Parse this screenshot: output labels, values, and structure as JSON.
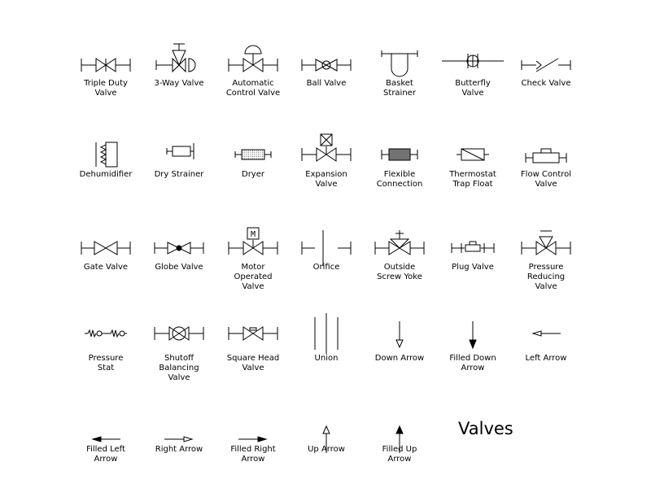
{
  "title": "Valves",
  "symbols": [
    {
      "id": "triple-duty-valve",
      "lines": [
        "Triple Duty",
        "Valve"
      ]
    },
    {
      "id": "3-way-valve",
      "lines": [
        "3-Way Valve"
      ]
    },
    {
      "id": "automatic-control-valve",
      "lines": [
        "Automatic",
        "Control Valve"
      ]
    },
    {
      "id": "ball-valve",
      "lines": [
        "Ball Valve"
      ]
    },
    {
      "id": "basket-strainer",
      "lines": [
        "Basket",
        "Strainer"
      ]
    },
    {
      "id": "butterfly-valve",
      "lines": [
        "Butterfly",
        "Valve"
      ]
    },
    {
      "id": "check-valve",
      "lines": [
        "Check Valve"
      ]
    },
    {
      "id": "dehumidifier",
      "lines": [
        "Dehumidifier"
      ]
    },
    {
      "id": "dry-strainer",
      "lines": [
        "Dry Strainer"
      ]
    },
    {
      "id": "dryer",
      "lines": [
        "Dryer"
      ]
    },
    {
      "id": "expansion-valve",
      "lines": [
        "Expansion",
        "Valve"
      ]
    },
    {
      "id": "flexible-connection",
      "lines": [
        "Flexible",
        "Connection"
      ]
    },
    {
      "id": "thermostat-trap-float",
      "lines": [
        "Thermostat",
        "Trap Float"
      ]
    },
    {
      "id": "flow-control-valve",
      "lines": [
        "Flow Control",
        "Valve"
      ]
    },
    {
      "id": "gate-valve",
      "lines": [
        "Gate Valve"
      ]
    },
    {
      "id": "globe-valve",
      "lines": [
        "Globe Valve"
      ]
    },
    {
      "id": "motor-operated-valve",
      "lines": [
        "Motor",
        "Operated",
        "Valve"
      ],
      "tag": "M"
    },
    {
      "id": "orifice",
      "lines": [
        "Orifice"
      ]
    },
    {
      "id": "outside-screw-yoke",
      "lines": [
        "Outside",
        "Screw Yoke"
      ]
    },
    {
      "id": "plug-valve",
      "lines": [
        "Plug Valve"
      ]
    },
    {
      "id": "pressure-reducing-valve",
      "lines": [
        "Pressure",
        "Reducing",
        "Valve"
      ]
    },
    {
      "id": "pressure-stat",
      "lines": [
        "Pressure",
        "Stat"
      ]
    },
    {
      "id": "shutoff-balancing-valve",
      "lines": [
        "Shutoff",
        "Balancing",
        "Valve"
      ]
    },
    {
      "id": "square-head-valve",
      "lines": [
        "Square Head",
        "Valve"
      ]
    },
    {
      "id": "union",
      "lines": [
        "Union"
      ]
    },
    {
      "id": "down-arrow",
      "lines": [
        "Down Arrow"
      ]
    },
    {
      "id": "filled-down-arrow",
      "lines": [
        "Filled Down",
        "Arrow"
      ]
    },
    {
      "id": "left-arrow",
      "lines": [
        "Left Arrow"
      ]
    },
    {
      "id": "filled-left-arrow",
      "lines": [
        "Filled Left",
        "Arrow"
      ]
    },
    {
      "id": "right-arrow",
      "lines": [
        "Right Arrow"
      ]
    },
    {
      "id": "filled-right-arrow",
      "lines": [
        "Filled Right",
        "Arrow"
      ]
    },
    {
      "id": "up-arrow",
      "lines": [
        "Up Arrow"
      ]
    },
    {
      "id": "filled-up-arrow",
      "lines": [
        "Filled Up",
        "Arrow"
      ]
    }
  ]
}
